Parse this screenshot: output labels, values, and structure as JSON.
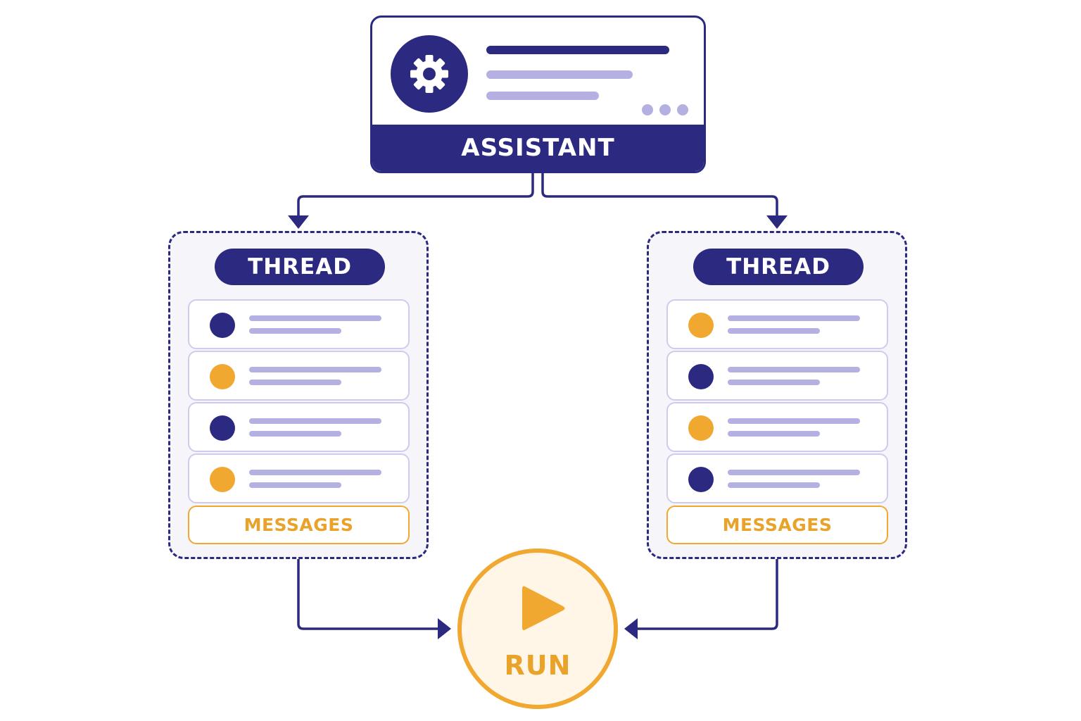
{
  "assistant": {
    "label": "ASSISTANT",
    "icon": "gear-icon"
  },
  "threads": [
    {
      "label": "THREAD",
      "messages_label": "MESSAGES",
      "message_dots": [
        "#2b2a80",
        "#f0a830",
        "#2b2a80",
        "#f0a830"
      ]
    },
    {
      "label": "THREAD",
      "messages_label": "MESSAGES",
      "message_dots": [
        "#f0a830",
        "#2b2a80",
        "#f0a830",
        "#2b2a80"
      ]
    }
  ],
  "run": {
    "label": "RUN",
    "icon": "play-icon"
  },
  "colors": {
    "navy": "#2b2a80",
    "orange": "#f0a830",
    "lavender": "#b4b1e2"
  }
}
